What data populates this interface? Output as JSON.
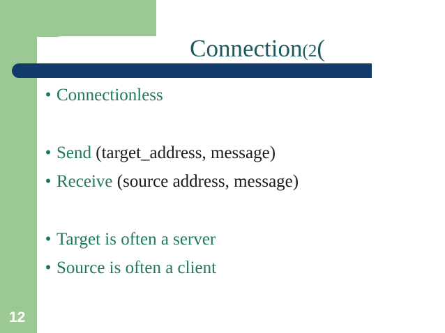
{
  "slide": {
    "title": {
      "main": "Connection",
      "sub": "(2",
      "prefix": ")",
      "full": ")Connection (2",
      "color": "#1A5A5E"
    },
    "bullets": [
      {
        "marker": "•",
        "segments": [
          {
            "text": "Connectionless",
            "style": "green"
          }
        ],
        "gap_before": false
      },
      {
        "marker": "•",
        "segments": [
          {
            "text": "Send",
            "style": "green"
          },
          {
            "text": " (target_address, message)",
            "style": "black"
          }
        ],
        "gap_before": true
      },
      {
        "marker": "•",
        "segments": [
          {
            "text": "Receive",
            "style": "green"
          },
          {
            "text": " (source address, message)",
            "style": "black"
          }
        ],
        "gap_before": false
      },
      {
        "marker": "•",
        "segments": [
          {
            "text": "Target is often a server",
            "style": "green"
          }
        ],
        "gap_before": true
      },
      {
        "marker": "•",
        "segments": [
          {
            "text": "Source is often a client",
            "style": "green"
          }
        ],
        "gap_before": false
      }
    ],
    "page_number": "12",
    "colors": {
      "accent_green": "#9CC993",
      "navy_rule": "#123A6B",
      "title_teal": "#1A5A5E",
      "body_green": "#1E7A55",
      "bullet_green": "#18794E",
      "body_black": "#1A1A1A",
      "background": "#FFFFFF"
    }
  }
}
